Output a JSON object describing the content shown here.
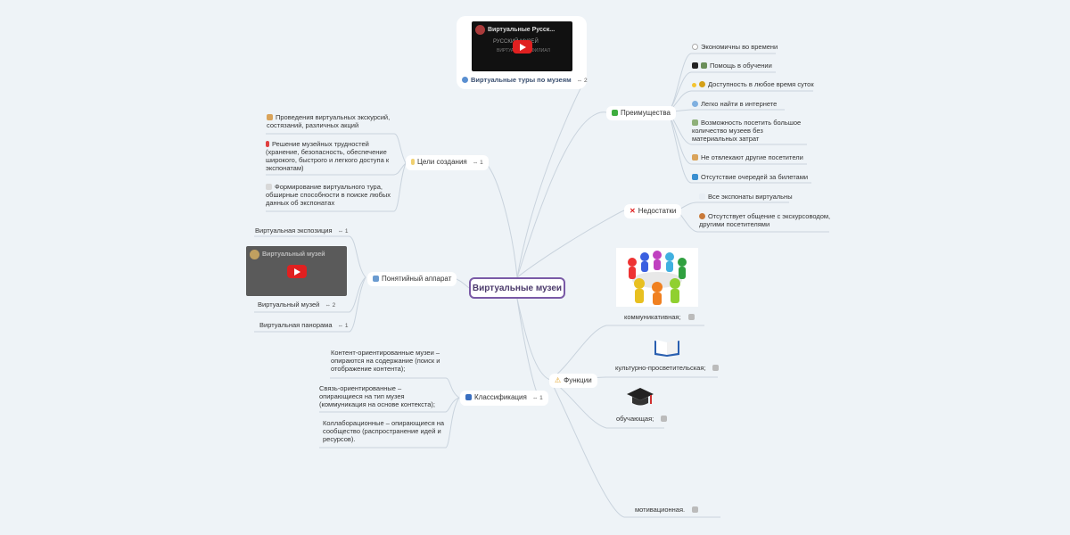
{
  "root": "Виртуальные музеи",
  "colors": {
    "root_border": "#7a5aa6",
    "link": "#c9d3dd",
    "accent": "#e02020"
  },
  "tours": {
    "label": "Виртуальные туры по музеям",
    "count": "2",
    "video_title": "Виртуальные Русск...",
    "video_overlay": "РУССКИЙ МУЗЕЙ",
    "video_sub": "ВИРТУАЛЬНЫЙ ФИЛИАЛ"
  },
  "advantages": {
    "label": "Преимущества",
    "items": [
      "Экономичны во времени",
      "Помощь в обучении",
      "Доступность в любое время суток",
      "Легко найти в интернете",
      "Возможность посетить большое количество музеев без материальных затрат",
      "Не отвлекают другие посетители",
      "Отсутствие очередей за билетами"
    ]
  },
  "drawbacks": {
    "label": "Недостатки",
    "items": [
      "Все экспонаты виртуальны",
      "Отсутствует общение с экскурсоводом, другими посетителями"
    ]
  },
  "goals": {
    "label": "Цели создания",
    "count": "1",
    "items": [
      "Проведения виртуальных экскурсий, состязаний, различных акций",
      "Решение музейных трудностей (хранение, безопасность, обеспечение широкого, быстрого и легкого доступа к экспонатам)",
      "Формирование виртуального тура, обширные способности в поиске любых данных об экспонатах"
    ]
  },
  "concepts": {
    "label": "Понятийный аппарат",
    "items": [
      {
        "label": "Виртуальная экспозиция",
        "count": "1"
      },
      {
        "label": "Виртуальный музей",
        "count": "2"
      },
      {
        "label": "Виртуальная панорама",
        "count": "1"
      }
    ],
    "video_title": "Виртуальный музей"
  },
  "classification": {
    "label": "Классификация",
    "count": "1",
    "items": [
      "Контент-ориентированные музеи – опираются на  содержание  (поиск и отображение  контента);",
      "Связь-ориентированные  – опирающиеся на тип музея (коммуникация на основе контекста);",
      "Коллаборационные – опирающиеся на сообщество (распространение идей и ресурсов)."
    ]
  },
  "functions": {
    "label": "Функции",
    "items": [
      "коммуникативная;",
      "культурно-просветительская;",
      "обучающая;",
      "мотивационная."
    ]
  }
}
